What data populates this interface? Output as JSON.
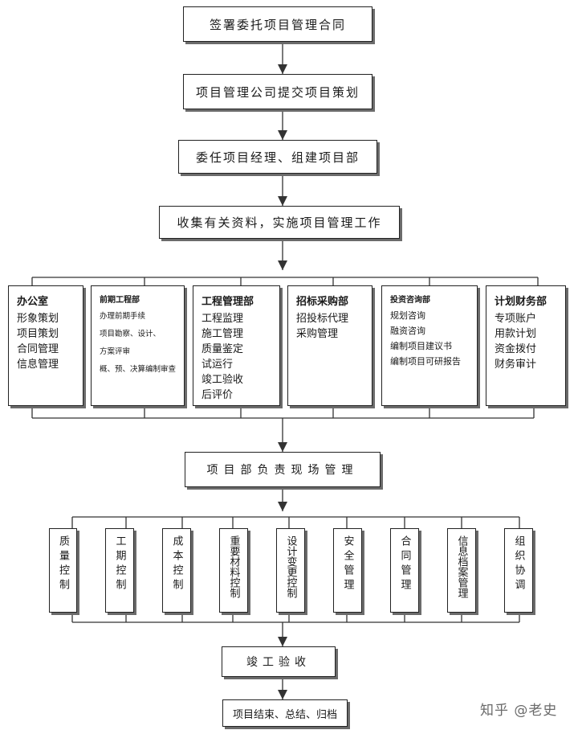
{
  "steps": [
    "签署委托项目管理合同",
    "项目管理公司提交项目策划",
    "委任项目经理、组建项目部",
    "收集有关资料，实施项目管理工作"
  ],
  "departments": [
    {
      "title": "办公室",
      "items": [
        "形象策划",
        "项目策划",
        "合同管理",
        "信息管理"
      ]
    },
    {
      "title": "前期工程部",
      "items": [
        "办理前期手续",
        "项目勘察、设计、",
        "方案评审",
        "概、预、决算编制审查"
      ]
    },
    {
      "title": "工程管理部",
      "items": [
        "工程监理",
        "施工管理",
        "质量鉴定",
        "试运行",
        "竣工验收",
        "后评价"
      ]
    },
    {
      "title": "招标采购部",
      "items": [
        "招投标代理",
        "采购管理"
      ]
    },
    {
      "title": "投资咨询部",
      "items": [
        "规划咨询",
        "融资咨询",
        "编制项目建议书",
        "编制项目可研报告"
      ]
    },
    {
      "title": "计划财务部",
      "items": [
        "专项账户",
        "用款计划",
        "资金拨付",
        "财务审计"
      ]
    }
  ],
  "site_management": "项目部负责现场管理",
  "controls": [
    "质量控制",
    "工期控制",
    "成本控制",
    "重要材料控制",
    "设计变更控制",
    "安全管理",
    "合同管理",
    "信息档案管理",
    "组织协调"
  ],
  "acceptance": "竣工验收",
  "closing": "项目结束、总结、归档",
  "watermark": "知乎 @老史"
}
